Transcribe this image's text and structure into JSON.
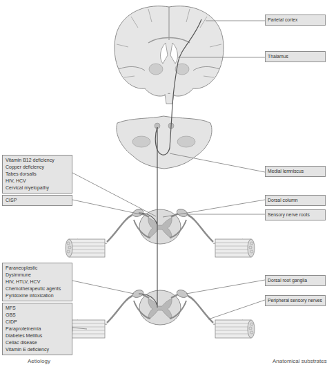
{
  "diagram": {
    "nodes": [
      {
        "text": [
          "Parietal cortex"
        ]
      },
      {
        "text": [
          "Thalamus"
        ]
      },
      {
        "text": [
          "Vitamin B12 deficiency",
          "Copper deficiency",
          "Tabes dorsalis",
          "HIV, HCV",
          "Cervical myelopathy"
        ]
      },
      {
        "text": [
          "Medial lemniscus"
        ]
      },
      {
        "text": [
          "CISP"
        ]
      },
      {
        "text": [
          "Dorsal column"
        ]
      },
      {
        "text": [
          "Sensory nerve roots"
        ]
      },
      {
        "text": [
          "Paraneoplastic",
          "Dysimmune",
          "HIV, HTLV, HCV",
          "Chemotherapeutic agents",
          "Pyridoxine intoxication"
        ]
      },
      {
        "text": [
          "Dorsal root ganglia"
        ]
      },
      {
        "text": [
          "Peripheral sensory nerves"
        ]
      },
      {
        "text": [
          "MFS",
          "GBS",
          "CIDP",
          "Paraproteinemia",
          "Diabetes Mellitus",
          "Celiac disease",
          "Vitamin E deficiency"
        ]
      }
    ],
    "labels": [
      "Aetiology",
      "Anatomical substrates"
    ]
  }
}
